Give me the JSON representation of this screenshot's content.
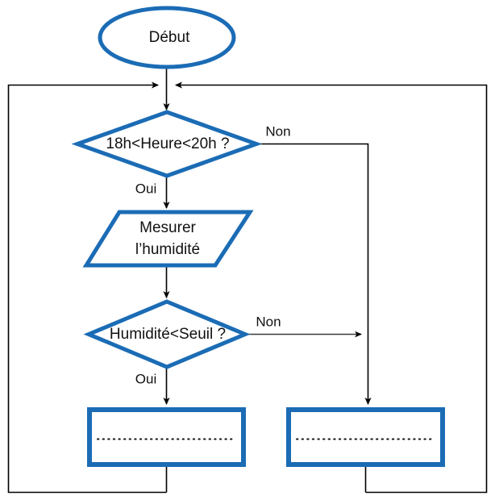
{
  "diagram": {
    "type": "flowchart",
    "language": "fr",
    "colors": {
      "shape_stroke": "#1b6cb5",
      "shape_fill": "#ffffff",
      "connector": "#000000",
      "text": "#111111",
      "background": "#ffffff"
    },
    "nodes": [
      {
        "id": "start",
        "shape": "ellipse",
        "label": "Début"
      },
      {
        "id": "decision-hour",
        "shape": "diamond",
        "label": "18h<Heure<20h ?"
      },
      {
        "id": "measure-humidity",
        "shape": "parallelogram",
        "label_line1": "Mesurer",
        "label_line2": "l’humidité"
      },
      {
        "id": "decision-humidity",
        "shape": "diamond",
        "label": "Humidité<Seuil ?"
      },
      {
        "id": "action-left",
        "shape": "rectangle",
        "label": ""
      },
      {
        "id": "action-right",
        "shape": "rectangle",
        "label": ""
      }
    ],
    "edges": [
      {
        "id": "start-to-decision-hour",
        "label": ""
      },
      {
        "id": "decision-hour-yes",
        "label": "Oui"
      },
      {
        "id": "decision-hour-no",
        "label": "Non"
      },
      {
        "id": "measure-to-decision-humidity",
        "label": ""
      },
      {
        "id": "decision-humidity-yes",
        "label": "Oui"
      },
      {
        "id": "decision-humidity-no",
        "label": "Non"
      },
      {
        "id": "loop-back-left",
        "label": ""
      },
      {
        "id": "loop-back-right",
        "label": ""
      }
    ]
  }
}
